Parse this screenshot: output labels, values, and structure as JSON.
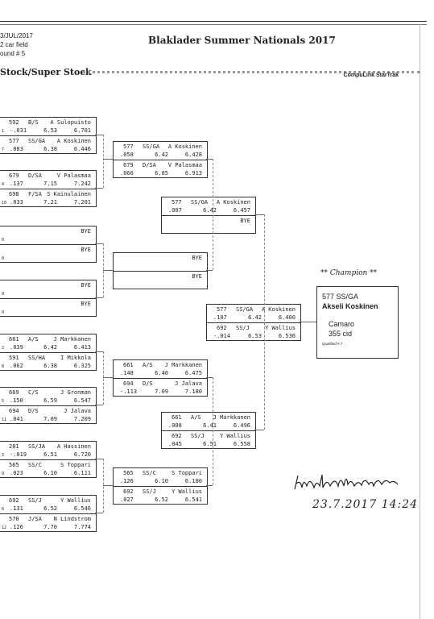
{
  "header": {
    "date": "3/JUL/2017",
    "field": "2 car field",
    "round": "ound # 5",
    "title": "Blaklader Summer Nationals 2017",
    "class": "Stock/Super Stock",
    "system": "CompuLink StarTrak"
  },
  "round1": [
    {
      "top": {
        "no": "592",
        "cls": "B/S",
        "name": "A Sulopuisto",
        "seed": "1",
        "rt": "-.031",
        "et": "6.53",
        "mph": "6.701"
      },
      "bot": {
        "no": "577",
        "cls": "SS/GA",
        "name": "A Koskinen",
        "seed": "7",
        "rt": ".083",
        "et": "6.38",
        "mph": "6.446"
      }
    },
    {
      "top": {
        "no": "679",
        "cls": "D/SA",
        "name": "V Palasmaa",
        "seed": "4",
        "rt": ".137",
        "et": "7.15",
        "mph": "7.242"
      },
      "bot": {
        "no": "698",
        "cls": "F/SA",
        "name": "S Kainulainen",
        "seed": "10",
        "rt": ".033",
        "et": "7.21",
        "mph": "7.201"
      }
    },
    {
      "top": {
        "no": "",
        "cls": "",
        "name": "BYE",
        "seed": "0",
        "rt": "",
        "et": "",
        "mph": ""
      },
      "bot": {
        "no": "",
        "cls": "",
        "name": "BYE",
        "seed": "0",
        "rt": "",
        "et": "",
        "mph": ""
      }
    },
    {
      "top": {
        "no": "",
        "cls": "",
        "name": "BYE",
        "seed": "0",
        "rt": "",
        "et": "",
        "mph": ""
      },
      "bot": {
        "no": "",
        "cls": "",
        "name": "BYE",
        "seed": "0",
        "rt": "",
        "et": "",
        "mph": ""
      }
    },
    {
      "top": {
        "no": "661",
        "cls": "A/S",
        "name": "J Markkanen",
        "seed": "2",
        "rt": ".039",
        "et": "6.42",
        "mph": "6.413"
      },
      "bot": {
        "no": "591",
        "cls": "SS/HA",
        "name": "I Mikkola",
        "seed": "8",
        "rt": ".062",
        "et": "6.38",
        "mph": "6.325"
      }
    },
    {
      "top": {
        "no": "669",
        "cls": "C/S",
        "name": "J Gronman",
        "seed": "5",
        "rt": ".150",
        "et": "6.59",
        "mph": "6.547"
      },
      "bot": {
        "no": "694",
        "cls": "D/S",
        "name": "J Jalava",
        "seed": "11",
        "rt": ".041",
        "et": "7.09",
        "mph": "7.209"
      }
    },
    {
      "top": {
        "no": "281",
        "cls": "SS/JA",
        "name": "A Hassinen",
        "seed": "3",
        "rt": "-.019",
        "et": "6.51",
        "mph": "6.720"
      },
      "bot": {
        "no": "565",
        "cls": "SS/C",
        "name": "S Toppari",
        "seed": "9",
        "rt": ".023",
        "et": "6.10",
        "mph": "6.111"
      }
    },
    {
      "top": {
        "no": "692",
        "cls": "SS/J",
        "name": "Y Wallius",
        "seed": "6",
        "rt": ".131",
        "et": "6.52",
        "mph": "6.546"
      },
      "bot": {
        "no": "570",
        "cls": "J/SA",
        "name": "N Lindstrom",
        "seed": "12",
        "rt": ".126",
        "et": "7.70",
        "mph": "7.774"
      }
    }
  ],
  "round2": [
    {
      "top": {
        "no": "577",
        "cls": "SS/GA",
        "name": "A Koskinen",
        "rt": ".058",
        "et": "6.42",
        "mph": "6.428"
      },
      "bot": {
        "no": "679",
        "cls": "D/SA",
        "name": "V Palasmaa",
        "rt": ".066",
        "et": "6.85",
        "mph": "6.913"
      }
    },
    {
      "top": {
        "no": "",
        "cls": "",
        "name": "BYE",
        "rt": "",
        "et": "",
        "mph": ""
      },
      "bot": {
        "no": "",
        "cls": "",
        "name": "BYE",
        "rt": "",
        "et": "",
        "mph": ""
      }
    },
    {
      "top": {
        "no": "661",
        "cls": "A/S",
        "name": "J Markkanen",
        "rt": ".148",
        "et": "6.40",
        "mph": "6.475"
      },
      "bot": {
        "no": "694",
        "cls": "D/S",
        "name": "J Jalava",
        "rt": "-.113",
        "et": "7.09",
        "mph": "7.180"
      }
    },
    {
      "top": {
        "no": "565",
        "cls": "SS/C",
        "name": "S Toppari",
        "rt": ".126",
        "et": "6.10",
        "mph": "6.180"
      },
      "bot": {
        "no": "692",
        "cls": "SS/J",
        "name": "Y Wallius",
        "rt": ".027",
        "et": "6.52",
        "mph": "6.541"
      }
    }
  ],
  "round3": [
    {
      "top": {
        "no": "577",
        "cls": "SS/GA",
        "name": "A Koskinen",
        "rt": ".007",
        "et": "6.42",
        "mph": "6.457"
      },
      "bot": {
        "no": "",
        "cls": "",
        "name": "BYE",
        "rt": "",
        "et": "",
        "mph": ""
      }
    },
    {
      "top": {
        "no": "661",
        "cls": "A/S",
        "name": "J Markkanen",
        "rt": ".008",
        "et": "6.41",
        "mph": "6.496"
      },
      "bot": {
        "no": "692",
        "cls": "SS/J",
        "name": "Y Wallius",
        "rt": ".045",
        "et": "6.51",
        "mph": "6.558"
      }
    }
  ],
  "final": {
    "top": {
      "no": "577",
      "cls": "SS/GA",
      "name": "A Koskinen",
      "rt": ".107",
      "et": "6.42",
      "mph": "6.400"
    },
    "bot": {
      "no": "692",
      "cls": "SS/J",
      "name": "Y Wallius",
      "rt": "-.014",
      "et": "6.53",
      "mph": "6.536"
    }
  },
  "champion": {
    "label": "** Champion **",
    "entry": "577  SS/GA",
    "driver": "Akseli Koskinen",
    "car": "Camaro",
    "engine": "355 cid",
    "qualified": "Qualified # 7"
  },
  "signature": {
    "handwriting": "23.7.2017  14:24"
  }
}
